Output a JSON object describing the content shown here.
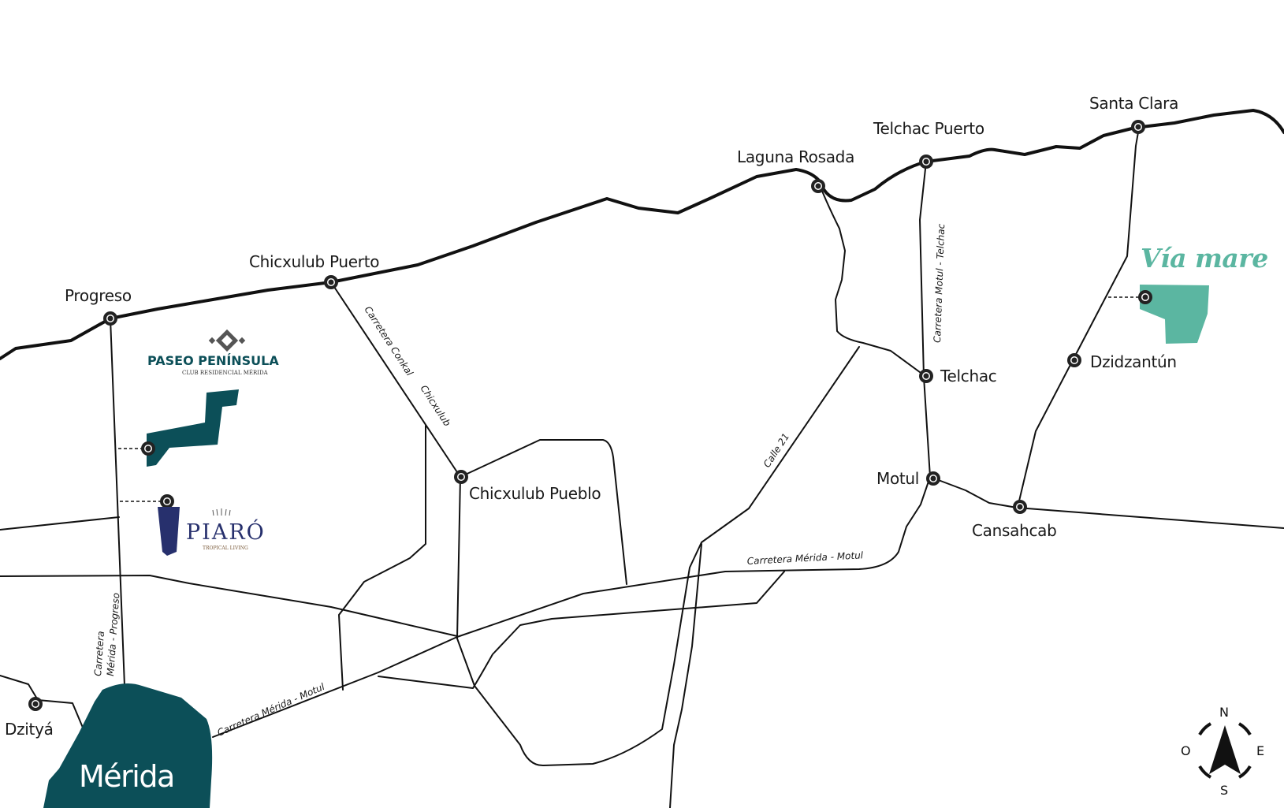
{
  "towns": {
    "progreso": "Progreso",
    "chicxulub_puerto": "Chicxulub Puerto",
    "laguna_rosada": "Laguna Rosada",
    "telchac_puerto": "Telchac Puerto",
    "santa_clara": "Santa Clara",
    "telchac": "Telchac",
    "dzidzantun": "Dzidzantún",
    "chicxulub_pueblo": "Chicxulub Pueblo",
    "motul": "Motul",
    "cansahcab": "Cansahcab",
    "dzitya": "Dzityá",
    "merida": "Mérida"
  },
  "roads": {
    "conkal_chicxulub_1": "Carretera Conkal",
    "conkal_chicxulub_2": "Chicxulub",
    "motul_telchac": "Carretera Motul - Telchac",
    "calle_21": "Calle 21",
    "merida_motul_east": "Carretera Mérida - Motul",
    "merida_motul_west": "Carretera Mérida - Motul",
    "merida_progreso_1": "Carretera",
    "merida_progreso_2": "Mérida - Progreso"
  },
  "developments": {
    "paseo_peninsula": {
      "name": "PASEO PENÍNSULA",
      "subtitle": "CLUB RESIDENCIAL MÉRIDA",
      "color": "#0c4f58"
    },
    "piaro": {
      "name": "PIARÓ",
      "subtitle": "TROPICAL LIVING",
      "color": "#27306d"
    },
    "via_mare": {
      "name": "Vía mare",
      "color": "#5bb6a1"
    }
  },
  "merida_color": "#0c4f58",
  "compass": {
    "n": "N",
    "s": "S",
    "e": "E",
    "w": "O"
  }
}
